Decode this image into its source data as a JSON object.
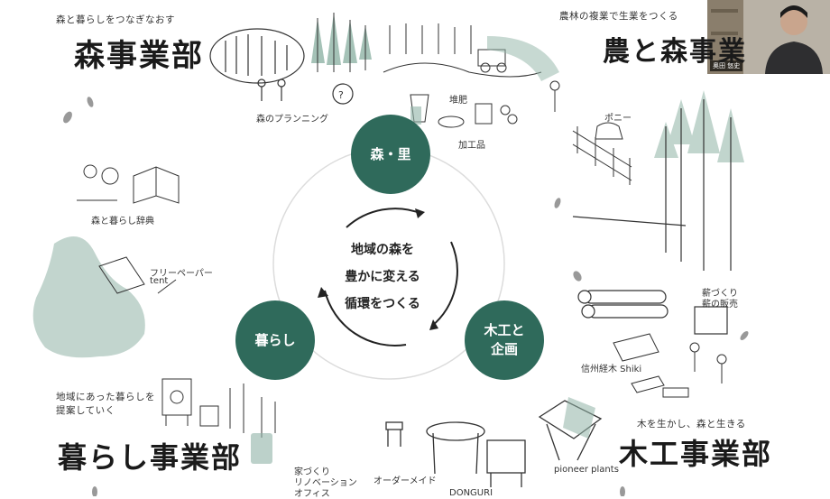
{
  "diagram": {
    "center_text": [
      "地域の森を",
      "豊かに変える",
      "循環をつくる"
    ],
    "nodes": {
      "top": "森・里",
      "left": "暮らし",
      "right": [
        "木工と",
        "企画"
      ]
    }
  },
  "sections": {
    "forest": {
      "tagline": "森と暮らしをつなぎなおす",
      "title": "森事業部"
    },
    "agri": {
      "tagline": "農林の複業で生業をつくる",
      "title": "農と森事業"
    },
    "living": {
      "tagline": [
        "地域にあった暮らしを",
        "提案していく"
      ],
      "title": "暮らし事業部"
    },
    "wood": {
      "tagline": "木を生かし、森と生きる",
      "title": "木工事業部"
    }
  },
  "labels": {
    "forest_planning": "森のプランニング",
    "compost": "堆肥",
    "processed": "加工品",
    "pony": "ポニー",
    "dictionary": "森と暮らし辞典",
    "freepaper": [
      "フリーペーパー",
      "tent"
    ],
    "firewood": [
      "薪づくり",
      "薪の販売"
    ],
    "shiki": "信州経木 Shiki",
    "pioneer": "pioneer plants",
    "order_made": "オーダーメイド",
    "donguri": "DONGURI",
    "renovation": [
      "家づくり",
      "リノベーション",
      "オフィス"
    ]
  },
  "webcam": {
    "name": "奥田 悠史"
  },
  "colors": {
    "node": "#2f6a5b",
    "accent_green": "#8fb3a6",
    "ring": "#d9d9d9"
  }
}
